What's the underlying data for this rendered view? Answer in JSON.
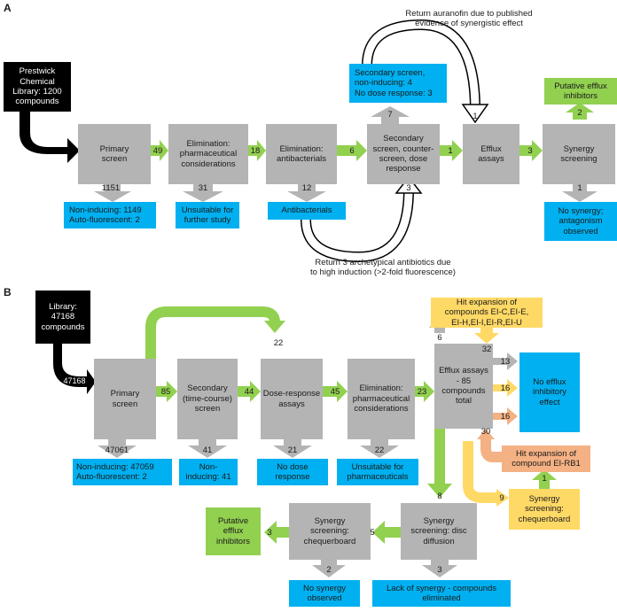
{
  "panels": {
    "a": "A",
    "b": "B"
  },
  "colors": {
    "grey": "#b4b4b4",
    "blue": "#00b0f0",
    "green": "#92d050",
    "yellow": "#ffd966",
    "orange": "#f4b183",
    "black": "#000000"
  },
  "a": {
    "library": "Prestwick\nChemical\nLibrary: 1200\ncompounds",
    "steps": [
      "Primary\nscreen",
      "Elimination:\npharmaceutical\nconsiderations",
      "Elimination:\nantibacterials",
      "Secondary\nscreen, counter-\nscreen, dose\nresponse",
      "Efflux\nassays",
      "Synergy\nscreening"
    ],
    "forward_counts": [
      "49",
      "18",
      "6",
      "1",
      "3"
    ],
    "down_counts": [
      "1151",
      "31",
      "12",
      "1"
    ],
    "outcomes": [
      "Non-inducing: 1149\nAuto-fluorescent: 2",
      "Unsuitable for\nfurther study",
      "Antibacterials",
      "No synergy;\nantagonism\nobserved"
    ],
    "secondary_up_count": "7",
    "secondary_outcome": "Secondary screen,\nnon-inducing: 4\nNo dose response: 3",
    "return_top_note": "Return auranofin due to published\nevidence of synergistic effect",
    "return_top_count": "1",
    "return_bottom_note": "Return 3 archetypical antibiotics due\nto high induction (>2-fold fluorescence)",
    "return_bottom_count": "3",
    "synergy_up_count": "2",
    "putative": "Putative efflux\ninhibitors"
  },
  "b": {
    "library": "Library:\n47168\ncompounds",
    "library_count": "47168",
    "steps": [
      "Primary\nscreen",
      "Secondary\n(time-course)\nscreen",
      "Dose-response\nassays",
      "Elimination:\npharmaceutical\nconsiderations",
      "Efflux assays\n- 85\ncompounds\ntotal"
    ],
    "forward_counts": [
      "85",
      "44",
      "45",
      "23"
    ],
    "skip_count": "22",
    "down_counts": [
      "47061",
      "41",
      "21",
      "22"
    ],
    "outcomes": [
      "Non-inducing: 47059\nAuto-fluorescent: 2",
      "Non-\ninducing: 41",
      "No dose\nresponse",
      "Unsuitable for\npharmaceuticals"
    ],
    "hit_expansion_top": "Hit expansion of\ncompounds EI-C,EI-E,\nEI-H,EI-I,EI-R,EI-U",
    "hit_top_counts": [
      "6",
      "32"
    ],
    "no_efflux": "No efflux\ninhibitory\neffect",
    "no_efflux_counts": [
      "13",
      "16",
      "16"
    ],
    "hit_expansion_bottom": "Hit expansion of\ncompound EI-RB1",
    "hit_bottom_count": "30",
    "chequer_yellow": "Synergy\nscreening:\nchequerboard",
    "chequer_yellow_count": "9",
    "chequer_yellow_up": "1",
    "efflux_down_count": "8",
    "disc": "Synergy\nscreening: disc\ndiffusion",
    "disc_left_count": "5",
    "disc_down_count": "3",
    "disc_outcome": "Lack of synergy - compounds\neliminated",
    "chequer_grey": "Synergy\nscreening:\nchequerboard",
    "chequer_grey_left_count": "3",
    "chequer_grey_down_count": "2",
    "chequer_grey_outcome": "No synergy\nobserved",
    "putative": "Putative\nefflux\ninhibitors"
  }
}
